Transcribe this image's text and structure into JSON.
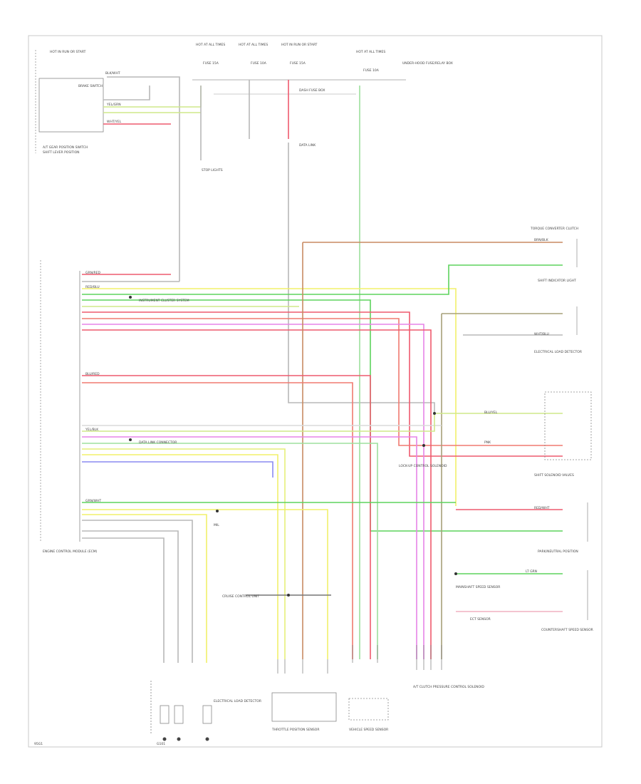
{
  "diagram": {
    "footer_code": "95G1",
    "labels": {
      "hot_top": "HOT IN RUN OR START",
      "hot_a": "HOT AT ALL TIMES",
      "hot_b": "HOT AT ALL TIMES",
      "hot_c": "HOT IN RUN OR START",
      "hot_d": "HOT AT ALL TIMES",
      "fuse_a": "FUSE 15A",
      "fuse_b": "FUSE 10A",
      "fuse_c": "FUSE 15A",
      "fuse_d": "FUSE 10A",
      "underhood": "UNDER-HOOD FUSE/RELAY BOX",
      "brake_switch": "BRAKE SWITCH",
      "stop_lights": "STOP LIGHTS",
      "dash_fuse": "DASH FUSE BOX",
      "position_switch": "A/T GEAR POSITION SWITCH",
      "shift_lever": "SHIFT LEVER POSITION",
      "ecm": "ENGINE CONTROL MODULE (ECM)",
      "cruise": "CRUISE CONTROL UNIT",
      "instrument_a": "INSTRUMENT CLUSTER SYSTEM",
      "instrument_b": "DATA LINK CONNECTOR",
      "data_link": "DATA LINK",
      "solenoid": "SHIFT SOLENOID VALVES",
      "lockup": "LOCK-UP CONTROL SOLENOID",
      "vss": "VEHICLE SPEED SENSOR",
      "mainshaft": "MAINSHAFT SPEED SENSOR",
      "countershaft": "COUNTERSHAFT SPEED SENSOR",
      "throttle": "THROTTLE POSITION SENSOR",
      "linear": "A/T CLUTCH PRESSURE CONTROL SOLENOID",
      "mil": "MIL",
      "ground": "G101",
      "shift_light": "SHIFT INDICATOR LIGHT",
      "elec_load": "ELECTRICAL LOAD DETECTOR",
      "ect": "ECT SENSOR",
      "park_neutral": "PARK/NEUTRAL POSITION",
      "tcc_solenoid": "TORQUE CONVERTER CLUTCH",
      "wire_1": "BLK/WHT",
      "wire_2": "YEL/GRN",
      "wire_3": "WHT/YEL",
      "wire_4": "GRN/RED",
      "wire_5": "RED/BLU",
      "wire_6": "BLU/RED",
      "wire_7": "YEL/BLK",
      "wire_8": "GRN/WHT",
      "wire_9": "BRN/BLK",
      "wire_10": "RED/WHT",
      "wire_11": "PNK",
      "wire_12": "LT GRN",
      "wire_13": "BLU/YEL",
      "wire_14": "WHT/BLU"
    },
    "colors": {
      "red": "#ee5a6e",
      "green": "#5dd35d",
      "lime": "#cfe88a",
      "yellow": "#f2f06a",
      "olive": "#a7a07a",
      "gray": "#b8b8b8",
      "magenta": "#e684e8",
      "blue": "#8a8af0",
      "brown": "#c88a62",
      "salmon": "#f07a70"
    }
  }
}
